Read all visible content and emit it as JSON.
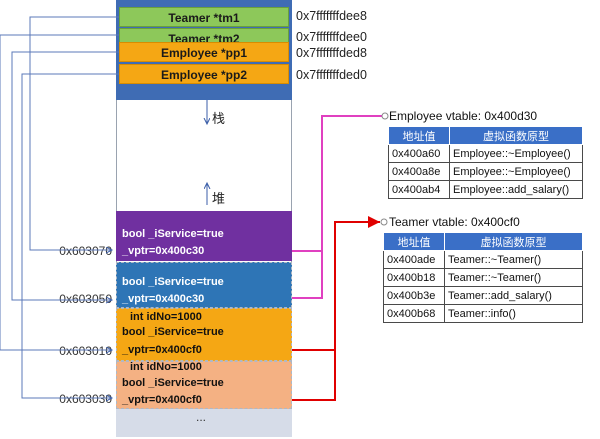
{
  "stack": {
    "pointers": [
      {
        "label": "Teamer *tm1",
        "addr": "0x7fffffffdee8"
      },
      {
        "label": "Teamer *tm2",
        "addr": "0x7fffffffdee0"
      },
      {
        "label": "Employee *pp1",
        "addr": "0x7fffffffded8"
      },
      {
        "label": "Employee *pp2",
        "addr": "0x7fffffffded0"
      }
    ],
    "stack_label": "栈",
    "heap_label": "堆"
  },
  "heap": {
    "obj1": {
      "addr": "0x603070",
      "field1": "bool _iService=true",
      "field2": "_vptr=0x400c30"
    },
    "obj2": {
      "addr": "0x603050",
      "field1": "bool _iService=true",
      "field2": "_vptr=0x400c30"
    },
    "obj3": {
      "addr": "0x603010",
      "field0": "int    idNo=1000",
      "field1": "bool _iService=true",
      "field2": "_vptr=0x400cf0"
    },
    "obj4": {
      "addr": "0x603030",
      "field0": "int    idNo=1000",
      "field1": "bool _iService=true",
      "field2": "_vptr=0x400cf0"
    },
    "ellipsis": "..."
  },
  "employee_vtable": {
    "title": "Employee vtable: 0x400d30",
    "headers": [
      "地址值",
      "虚拟函数原型"
    ],
    "rows": [
      [
        "0x400a60",
        "Employee::~Employee()"
      ],
      [
        "0x400a8e",
        "Employee::~Employee()"
      ],
      [
        "0x400ab4",
        "Employee::add_salary()"
      ]
    ]
  },
  "teamer_vtable": {
    "title": "Teamer vtable: 0x400cf0",
    "headers": [
      "地址值",
      "虚拟函数原型"
    ],
    "rows": [
      [
        "0x400ade",
        "Teamer::~Teamer()"
      ],
      [
        "0x400b18",
        "Teamer::~Teamer()"
      ],
      [
        "0x400b3e",
        "Teamer::add_salary()"
      ],
      [
        "0x400b68",
        "Teamer::info()"
      ]
    ]
  },
  "colors": {
    "stack_blue": "#3f6cb4",
    "green": "#8dc85a",
    "orange": "#f5a714",
    "purple": "#7030a0",
    "heap_blue": "#2e75b6",
    "peach": "#f4b183",
    "pink_arrow": "#e040c0",
    "red_arrow": "#e00000",
    "table_header": "#3a6fc7"
  }
}
